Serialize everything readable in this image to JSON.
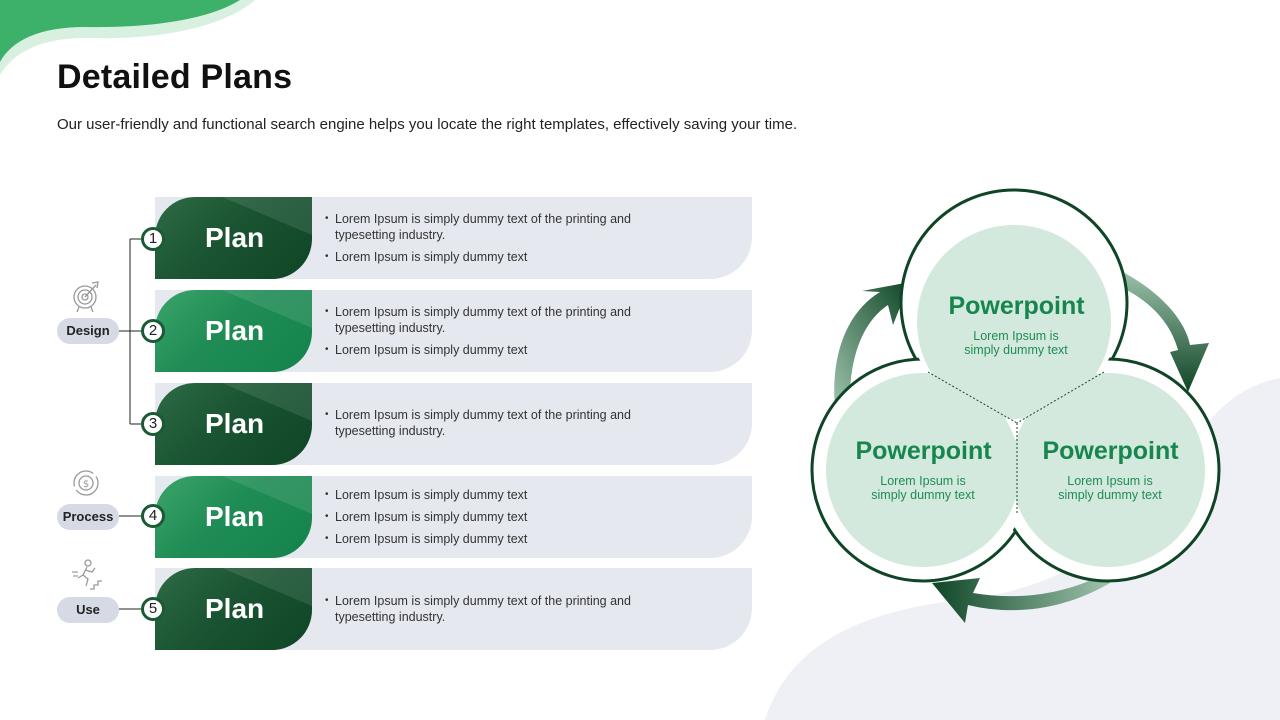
{
  "header": {
    "title": "Detailed Plans",
    "subtitle": "Our user-friendly and functional search engine helps you locate the right templates, effectively saving your time."
  },
  "categories": [
    {
      "label": "Design",
      "icon": "target-icon"
    },
    {
      "label": "Process",
      "icon": "dollar-cycle-icon"
    },
    {
      "label": "Use",
      "icon": "person-climbing-icon"
    }
  ],
  "plans": [
    {
      "number": "1",
      "label": "Plan",
      "bullets": [
        "Lorem Ipsum is simply dummy text of the printing and typesetting industry.",
        "Lorem Ipsum is simply dummy text"
      ]
    },
    {
      "number": "2",
      "label": "Plan",
      "bullets": [
        "Lorem Ipsum is simply dummy text of the printing and typesetting industry.",
        "Lorem Ipsum is simply dummy text"
      ]
    },
    {
      "number": "3",
      "label": "Plan",
      "bullets": [
        "Lorem Ipsum is simply dummy text of the printing and typesetting industry."
      ]
    },
    {
      "number": "4",
      "label": "Plan",
      "bullets": [
        "Lorem Ipsum is simply dummy text",
        "Lorem Ipsum is simply dummy text",
        "Lorem Ipsum is simply dummy text"
      ]
    },
    {
      "number": "5",
      "label": "Plan",
      "bullets": [
        "Lorem Ipsum is simply dummy text of the printing and typesetting industry."
      ]
    }
  ],
  "cycle": [
    {
      "heading": "Powerpoint",
      "body": "Lorem Ipsum is simply dummy text"
    },
    {
      "heading": "Powerpoint",
      "body": "Lorem Ipsum is simply dummy text"
    },
    {
      "heading": "Powerpoint",
      "body": "Lorem Ipsum is simply dummy text"
    }
  ],
  "colors": {
    "dark_green": "#0f4526",
    "medium_green": "#1f8c55",
    "circle_fill": "#d3e9dd",
    "panel_gray": "#e5e8ef",
    "accent_top_left": "#3db06a"
  }
}
